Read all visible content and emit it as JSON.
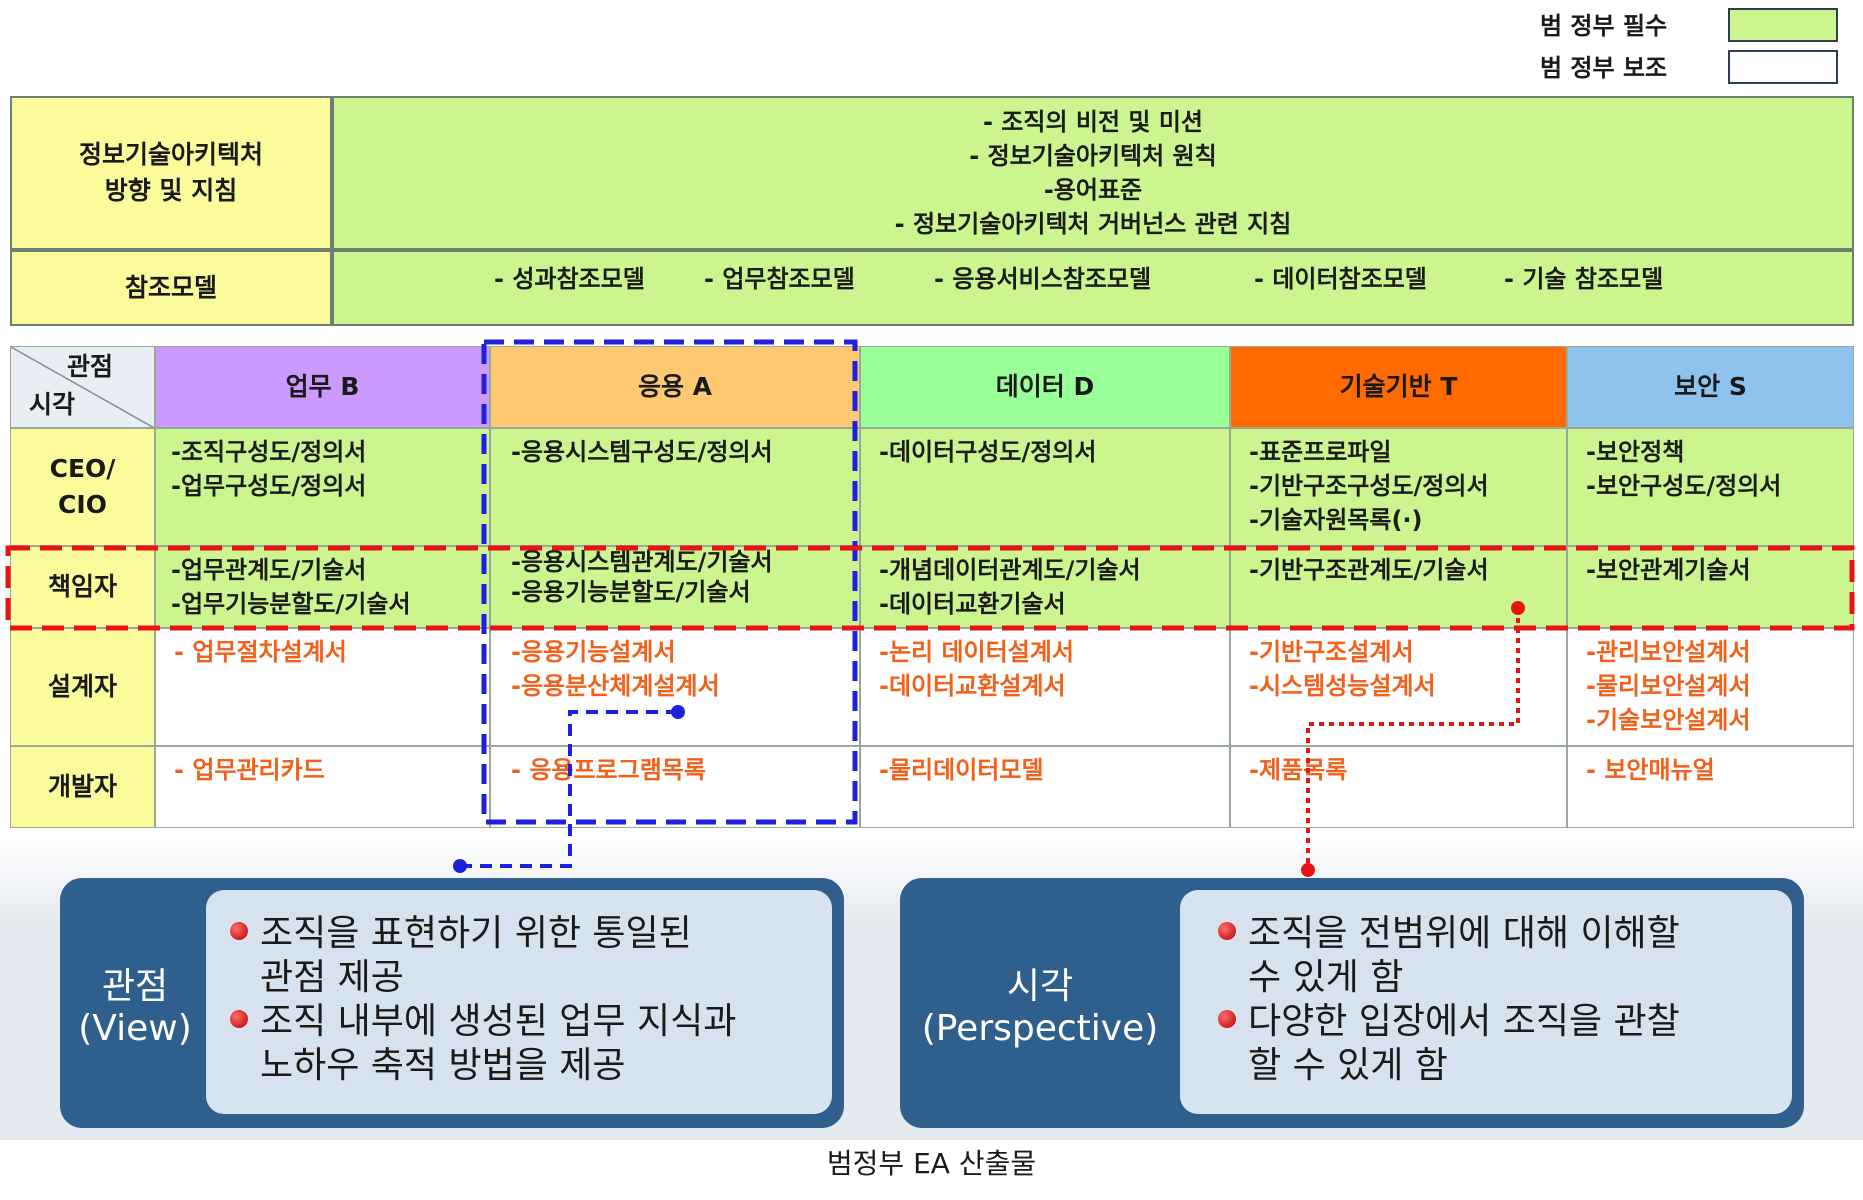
{
  "legend": {
    "required_label": "범 정부 필수",
    "optional_label": "범 정부 보조",
    "required_color": "#ccf58f",
    "optional_color": "#ffffff"
  },
  "guidance": {
    "label_line1": "정보기술아키텍처",
    "label_line2": "방향 및 지침",
    "items": [
      "- 조직의 비전 및 미션",
      "- 정보기술아키텍처 원칙",
      "-용어표준",
      "- 정보기술아키텍처 거버넌스 관련 지침"
    ]
  },
  "reference": {
    "label": "참조모델",
    "items": [
      "- 성과참조모델",
      "- 업무참조모델",
      "- 응용서비스참조모델",
      "- 데이터참조모델",
      "- 기술 참조모델"
    ]
  },
  "matrix": {
    "corner_top": "관점",
    "corner_bottom": "시각",
    "columns": [
      {
        "name": "업무 B",
        "color": "#cc99ff"
      },
      {
        "name": "응용 A",
        "color": "#ffc971"
      },
      {
        "name": "데이터 D",
        "color": "#99ff99"
      },
      {
        "name": "기술기반 T",
        "color": "#ff6b00"
      },
      {
        "name": "보안 S",
        "color": "#8fc3ee"
      }
    ],
    "rows": [
      {
        "label_line1": "CEO/",
        "label_line2": "CIO",
        "cells": [
          [
            "-조직구성도/정의서",
            "-업무구성도/정의서"
          ],
          [
            "-응용시스템구성도/정의서"
          ],
          [
            "-데이터구성도/정의서"
          ],
          [
            "-표준프로파일",
            "-기반구조구성도/정의서",
            "-기술자원목록(·)"
          ],
          [
            "-보안정책",
            "-보안구성도/정의서"
          ]
        ]
      },
      {
        "label_line1": "책임자",
        "label_line2": "",
        "cells": [
          [
            "-업무관계도/기술서",
            "-업무기능분할도/기술서"
          ],
          [
            "-응용시스템관계도/기술서",
            "-응용기능분할도/기술서"
          ],
          [
            "-개념데이터관계도/기술서",
            "-데이터교환기술서"
          ],
          [
            "-기반구조관계도/기술서"
          ],
          [
            "-보안관계기술서"
          ]
        ]
      },
      {
        "label_line1": "설계자",
        "label_line2": "",
        "cells": [
          [
            "- 업무절차설계서"
          ],
          [
            "-응용기능설계서",
            "-응용분산체계설계서"
          ],
          [
            "-논리 데이터설계서",
            "-데이터교환설계서"
          ],
          [
            "-기반구조설계서",
            "-시스템성능설계서"
          ],
          [
            "-관리보안설계서",
            "-물리보안설계서",
            "-기술보안설계서"
          ]
        ]
      },
      {
        "label_line1": "개발자",
        "label_line2": "",
        "cells": [
          [
            "- 업무관리카드"
          ],
          [
            "- 응용프로그램목록"
          ],
          [
            "-물리데이터모델"
          ],
          [
            "-제품목록"
          ],
          [
            "- 보안매뉴얼"
          ]
        ]
      }
    ]
  },
  "view_panel": {
    "title_line1": "관점",
    "title_line2": "(View)",
    "bullets": [
      {
        "line1": "조직을 표현하기 위한 통일된",
        "line2": "관점 제공"
      },
      {
        "line1": "조직 내부에 생성된 업무 지식과",
        "line2": "노하우 축적 방법을 제공"
      }
    ]
  },
  "perspective_panel": {
    "title_line1": "시각",
    "title_line2": "(Perspective)",
    "bullets": [
      {
        "line1": "조직을 전범위에 대해 이해할",
        "line2": "수 있게 함"
      },
      {
        "line1": "다양한 입장에서 조직을 관찰",
        "line2": "할 수 있게 함"
      }
    ]
  },
  "caption": "범정부 EA 산출물"
}
